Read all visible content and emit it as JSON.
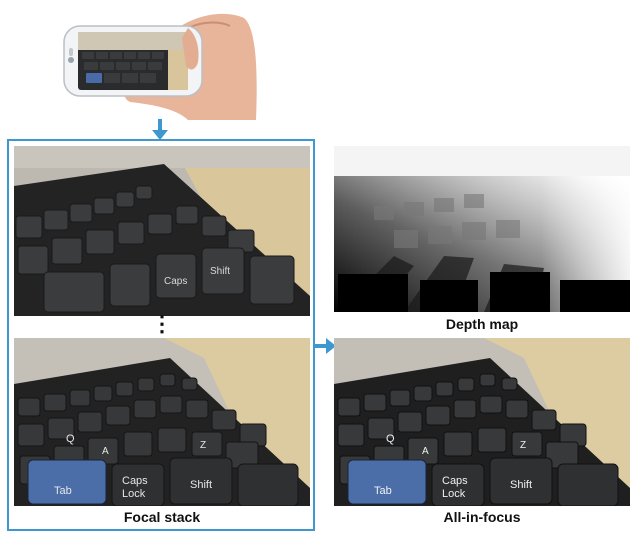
{
  "diagram": {
    "focal_stack_caption": "Focal stack",
    "depth_map_caption": "Depth map",
    "all_in_focus_caption": "All-in-focus",
    "ellipsis": "⋮",
    "accent_color": "#3f97cf",
    "key_labels": {
      "tab": "Tab",
      "caps": "Caps",
      "lock": "Lock",
      "shift": "Shift",
      "q": "Q",
      "a": "A",
      "z": "Z"
    }
  }
}
